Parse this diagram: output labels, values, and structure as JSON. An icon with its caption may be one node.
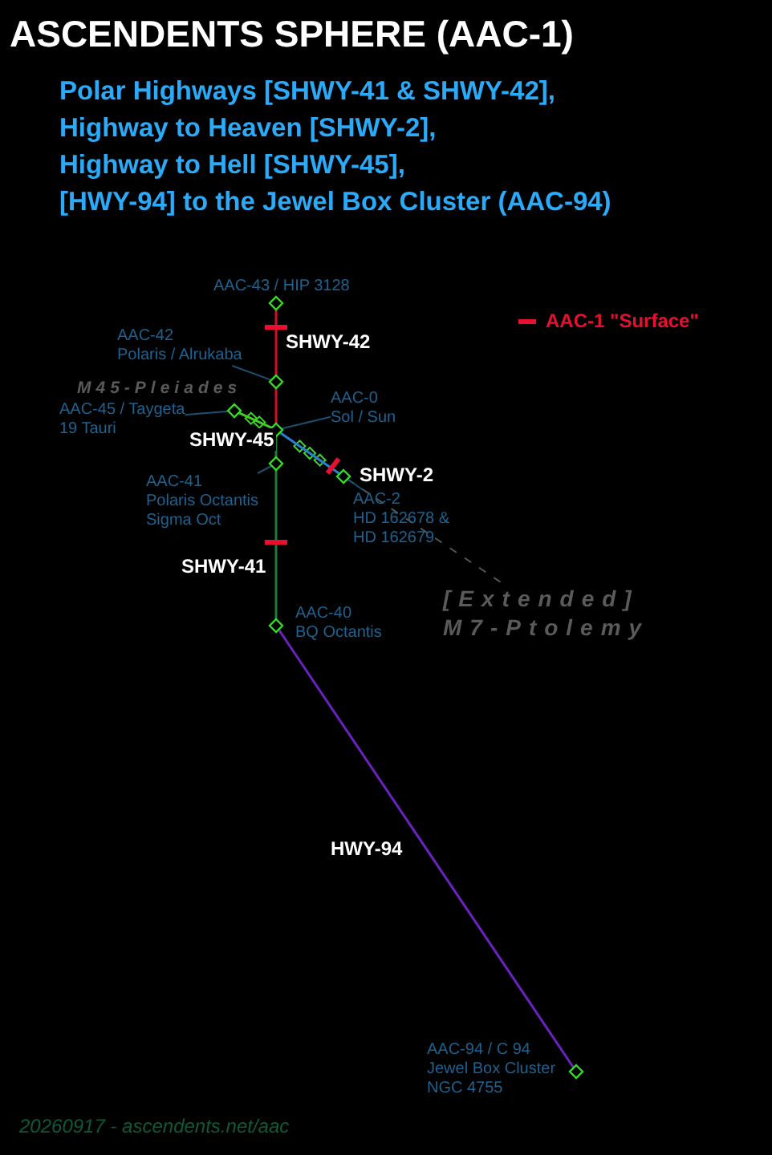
{
  "diagram": {
    "title": "ASCENDENTS SPHERE (AAC-1)",
    "nodes": [
      {
        "text": [
          "AAC-43 / HIP 3128"
        ]
      },
      {
        "text": [],
        "shape": "diamond"
      },
      {
        "text": [
          "AAC-42",
          "Polaris / Alrukaba"
        ]
      },
      {
        "text": [],
        "shape": "diamond"
      },
      {
        "text": [
          "AAC-45 / Taygeta",
          "19 Tauri"
        ]
      },
      {
        "text": [],
        "shape": "diamond"
      },
      {
        "text": [
          "AAC-0",
          "Sol / Sun"
        ]
      },
      {
        "text": [],
        "shape": "diamond"
      },
      {
        "text": [
          "AAC-41",
          "Polaris Octantis",
          "Sigma Oct"
        ]
      },
      {
        "text": [],
        "shape": "diamond"
      },
      {
        "text": [
          "AAC-2",
          "HD 162678 & HD 162679"
        ]
      },
      {
        "text": [],
        "shape": "diamond"
      },
      {
        "text": [
          "AAC-40",
          "BQ Octantis"
        ]
      },
      {
        "text": [],
        "shape": "diamond"
      },
      {
        "text": [
          "AAC-94 / C 94",
          "Jewel Box Cluster",
          "NGC 4755"
        ]
      },
      {
        "text": [],
        "shape": "diamond"
      },
      {
        "text": [
          "[Extended]",
          "M7-Ptolemy"
        ]
      }
    ],
    "edges": [
      {
        "from": 7,
        "to": 3,
        "arrow": "none",
        "color": "#d0102a"
      },
      {
        "from": 3,
        "to": 1,
        "arrow": "none",
        "color": "#d0102a",
        "label": "SHWY-42"
      },
      {
        "from": 7,
        "to": 9,
        "arrow": "none",
        "color": "#1f7a3a"
      },
      {
        "from": 9,
        "to": 13,
        "arrow": "none",
        "color": "#1f7a3a",
        "label": "SHWY-41"
      },
      {
        "from": 7,
        "to": 5,
        "arrow": "none",
        "color": "#44cc22",
        "label": "SHWY-45"
      },
      {
        "from": 7,
        "to": 11,
        "arrow": "none",
        "color": "#2a7fd0",
        "label": "SHWY-2"
      },
      {
        "from": 13,
        "to": 15,
        "arrow": "none",
        "color": "#6a22c0",
        "label": "HWY-94"
      },
      {
        "from": 11,
        "to": 16,
        "arrow": "none",
        "style": "dashed",
        "color": "#555555"
      },
      {
        "from": 2,
        "to": 3,
        "arrow": "none"
      },
      {
        "from": 4,
        "to": 5,
        "arrow": "none"
      },
      {
        "from": 6,
        "to": 7,
        "arrow": "none"
      },
      {
        "from": 8,
        "to": 9,
        "arrow": "none"
      },
      {
        "from": 10,
        "to": 11,
        "arrow": "none"
      }
    ],
    "labels": [
      "Polar Highways [SHWY-41 & SHWY-42],",
      "Highway to Heaven [SHWY-2],",
      "Highway to Hell [SHWY-45],",
      "[HWY-94] to the Jewel Box Cluster (AAC-94)",
      "M45-Pleiades",
      "20260917 - ascendents.net/aac"
    ],
    "legend": [
      {
        "text": "AAC-1 \"Surface\"",
        "color": "#e8102e"
      }
    ]
  }
}
